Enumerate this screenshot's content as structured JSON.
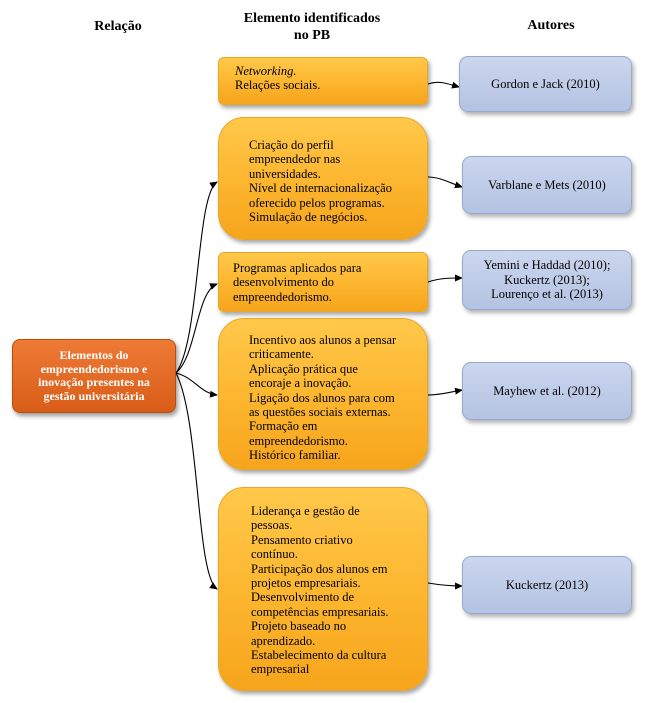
{
  "headers": {
    "relacao": "Relação",
    "elemento": [
      "Elemento identificados",
      "no PB"
    ],
    "autores": "Autores"
  },
  "root": [
    "Elementos do",
    "empreendedorismo e",
    "inovação presentes na",
    "gestão universitária"
  ],
  "elements": [
    {
      "lines": [
        "Networking.",
        "Relações sociais."
      ],
      "italic_first": true,
      "author": [
        "Gordon e Jack (2010)"
      ]
    },
    {
      "lines": [
        "Criação do perfil",
        "empreendedor nas",
        "universidades.",
        "Nível de internacionalização",
        "oferecido pelos programas.",
        "Simulação de negócios."
      ],
      "author": [
        "Varblane e Mets (2010)"
      ]
    },
    {
      "lines": [
        "Programas aplicados para",
        "desenvolvimento do",
        "empreendedorismo."
      ],
      "author": [
        "Yemini e Haddad (2010);",
        "Kuckertz (2013);",
        "Lourenço et al. (2013)"
      ]
    },
    {
      "lines": [
        "Incentivo aos alunos a pensar",
        "criticamente.",
        "Aplicação prática que",
        "encoraje a inovação.",
        "Ligação dos alunos para com",
        "as questões sociais externas.",
        "Formação em",
        "empreendedorismo.",
        "Histórico familiar."
      ],
      "author": [
        "Mayhew et al. (2012)"
      ]
    },
    {
      "lines": [
        "Liderança e gestão de",
        "pessoas.",
        "Pensamento criativo",
        "contínuo.",
        "Participação dos alunos em",
        "projetos empresariais.",
        "Desenvolvimento de",
        "competências empresariais.",
        "Projeto baseado no",
        "aprendizado.",
        "Estabelecimento da cultura",
        "empresarial"
      ],
      "author": [
        "Kuckertz (2013)"
      ]
    }
  ]
}
